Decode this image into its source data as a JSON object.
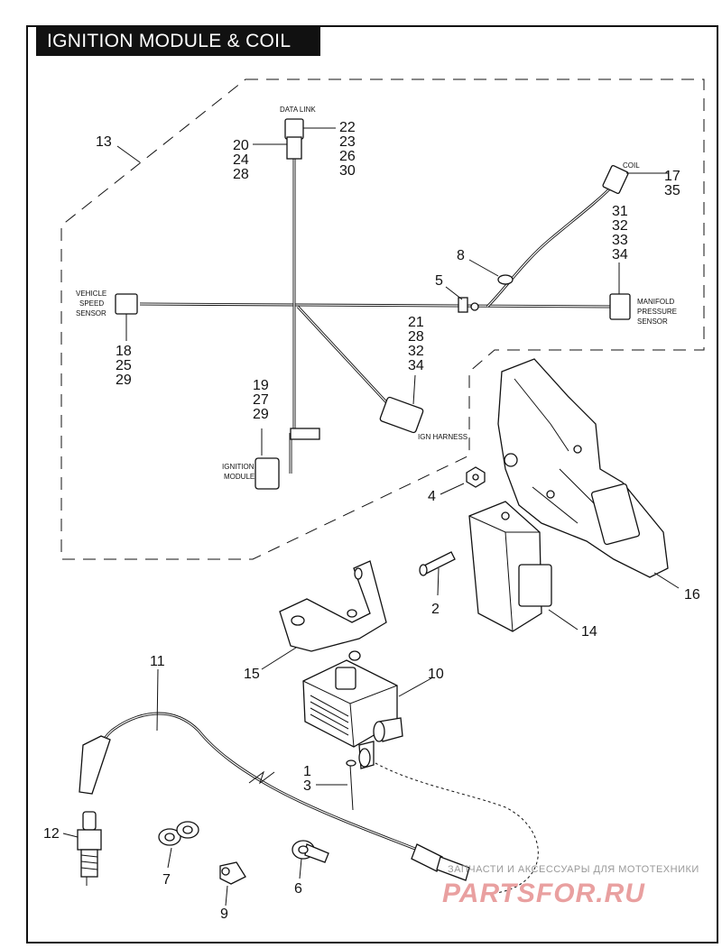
{
  "title": "IGNITION MODULE & COIL",
  "callouts": [
    "1",
    "2",
    "3",
    "4",
    "5",
    "6",
    "7",
    "8",
    "9",
    "10",
    "11",
    "12",
    "13",
    "14",
    "15",
    "16"
  ],
  "callout_groups": {
    "data_link_right": [
      "22",
      "23",
      "26",
      "30"
    ],
    "data_link_left": [
      "20",
      "24",
      "28"
    ],
    "coil": [
      "17",
      "35"
    ],
    "manifold": [
      "31",
      "32",
      "33",
      "34"
    ],
    "ign_harness": [
      "21",
      "28",
      "32",
      "34"
    ],
    "ignition_module": [
      "19",
      "27",
      "29"
    ],
    "vss": [
      "18",
      "25",
      "29"
    ],
    "fastener": [
      "1",
      "3"
    ]
  },
  "labels": {
    "data_link": "DATA LINK",
    "coil": "COIL",
    "vss": [
      "VEHICLE",
      "SPEED",
      "SENSOR"
    ],
    "manifold": [
      "MANIFOLD",
      "PRESSURE",
      "SENSOR"
    ],
    "ign_harness": "IGN HARNESS",
    "ignition_module": [
      "IGNITION",
      "MODULE"
    ]
  },
  "watermark": {
    "tagline": "ЗАПЧАСТИ И АКСЕССУАРЫ ДЛЯ МОТОТЕХНИКИ",
    "brand": "PARTSFOR.RU"
  }
}
